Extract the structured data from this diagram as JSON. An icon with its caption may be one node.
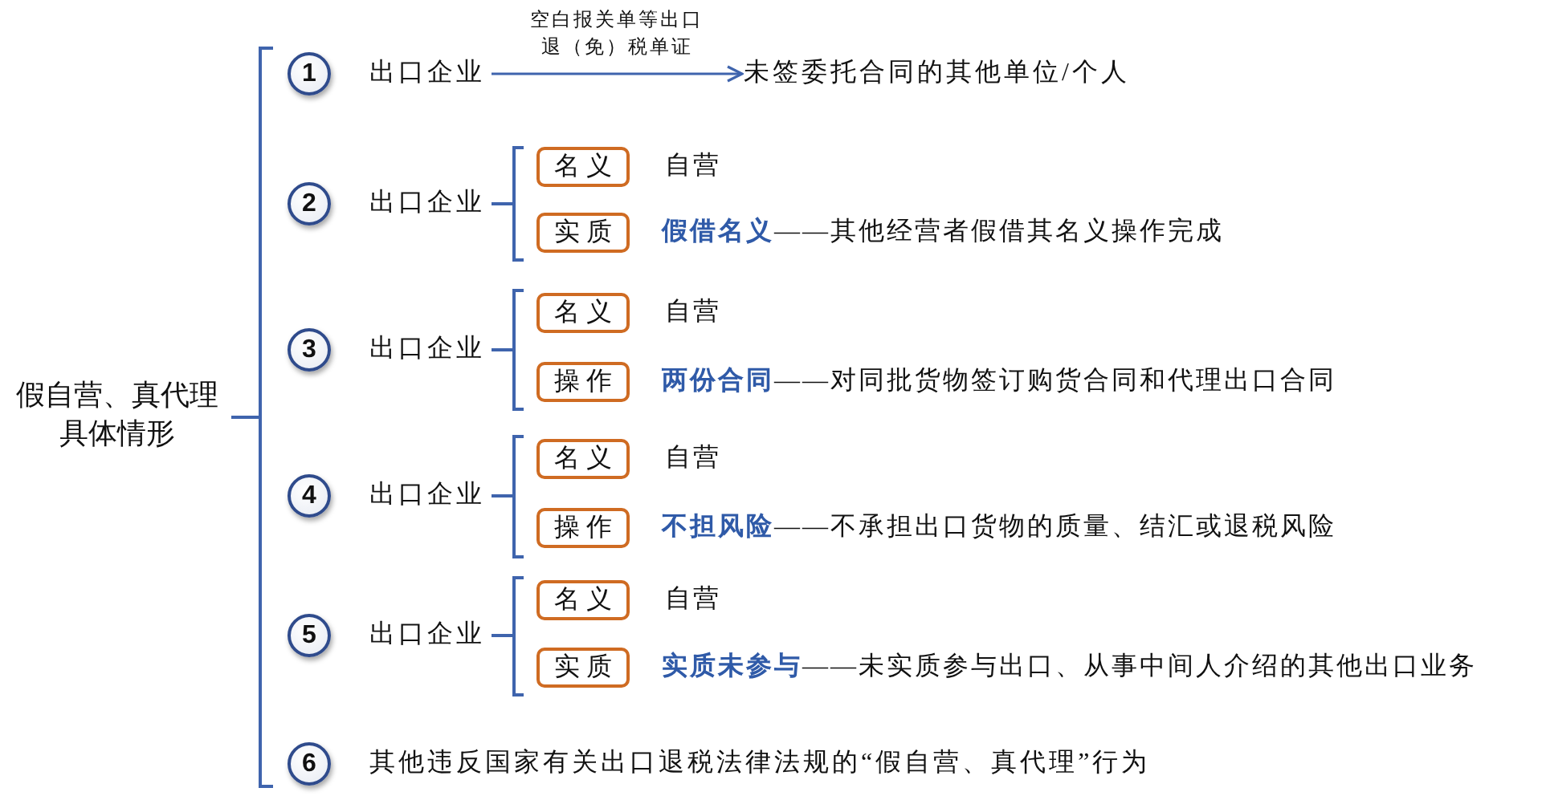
{
  "diagram": {
    "nodes": [
      {
        "text": [
          "假自营、真代理具体情形"
        ]
      },
      {
        "text": [
          "1"
        ]
      },
      {
        "text": [
          "出口企业"
        ]
      },
      {
        "text": [
          "未签委托合同的其他单位/个人"
        ]
      },
      {
        "text": [
          "2"
        ],
        "beside": [
          "出口企业"
        ]
      },
      {
        "text": [
          "名义"
        ],
        "beside": [
          "自营"
        ]
      },
      {
        "text": [
          "实质"
        ],
        "beside": [
          "**假借名义**——其他经营者假借其名义操作完成"
        ]
      },
      {
        "text": [
          "3"
        ],
        "beside": [
          "出口企业"
        ]
      },
      {
        "text": [
          "名义"
        ],
        "beside": [
          "自营"
        ]
      },
      {
        "text": [
          "操作"
        ],
        "beside": [
          "**两份合同**——对同批货物签订购货合同和代理出口合同"
        ]
      },
      {
        "text": [
          "4"
        ],
        "beside": [
          "出口企业"
        ]
      },
      {
        "text": [
          "名义"
        ],
        "beside": [
          "自营"
        ]
      },
      {
        "text": [
          "操作"
        ],
        "beside": [
          "**不担风险**——不承担出口货物的质量、结汇或退税风险"
        ]
      },
      {
        "text": [
          "5"
        ],
        "beside": [
          "出口企业"
        ]
      },
      {
        "text": [
          "名义"
        ],
        "beside": [
          "自营"
        ]
      },
      {
        "text": [
          "实质"
        ],
        "beside": [
          "**实质未参与**——未实质参与出口、从事中间人介绍的其他出口业务"
        ]
      },
      {
        "text": [
          "6"
        ],
        "beside": [
          "其他违反国家有关出口退税法律法规的“假自营、真代理”行为"
        ]
      }
    ],
    "edges": [
      {
        "from": 2,
        "to": 3,
        "arrow": "to",
        "label": "空白报关单等出口退（免）税单证"
      }
    ]
  }
}
